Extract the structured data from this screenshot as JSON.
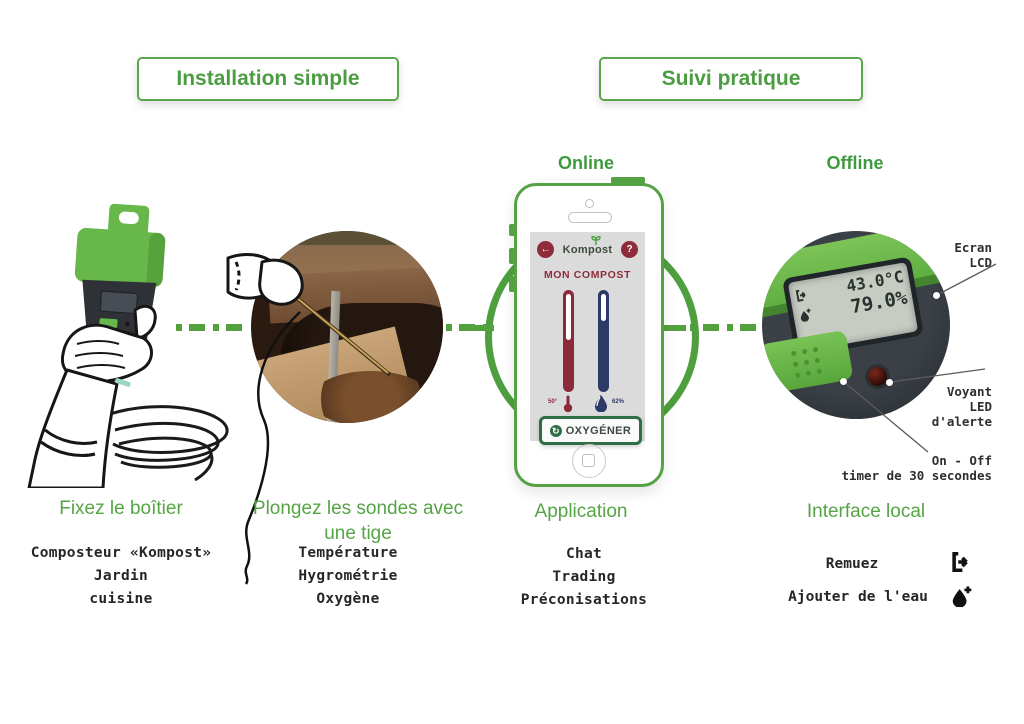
{
  "header": {
    "step1": "Installation simple",
    "step2": "Suivi pratique"
  },
  "modes": {
    "online": "Online",
    "offline": "Offline"
  },
  "col1": {
    "caption": "Fixez le boîtier",
    "items": [
      "Composteur «Kompost»",
      "Jardin",
      "cuisine"
    ]
  },
  "col2": {
    "caption_lines": [
      "Plongez les sondes avec",
      "une tige"
    ],
    "items": [
      "Température",
      "Hygrométrie",
      "Oxygène"
    ]
  },
  "col3": {
    "caption": "Application",
    "items": [
      "Chat",
      "Trading",
      "Préconisations"
    ]
  },
  "col4": {
    "caption": "Interface local",
    "rows": [
      {
        "label": "Remuez",
        "icon": "stir-rotate-icon"
      },
      {
        "label": "Ajouter de l'eau",
        "icon": "add-water-icon"
      }
    ]
  },
  "phone": {
    "logo": "Kompost",
    "title": "MON COMPOST",
    "back_icon": "←",
    "help_icon": "?",
    "temperature_value": "50°",
    "humidity_value": "62%",
    "action_button": "OXYGÉNER",
    "action_icon": "↻"
  },
  "lcd": {
    "line1": "43.0°C",
    "line2": "79.0%"
  },
  "callouts": {
    "lcd": [
      "Ecran",
      "LCD"
    ],
    "led": [
      "Voyant",
      "LED",
      "d'alerte"
    ],
    "onoff": [
      "On - Off",
      "timer de 30 secondes"
    ]
  },
  "colors": {
    "accent_green": "#4f9f41",
    "bright_green": "#68b74b",
    "maroon": "#8e2c3b",
    "navy": "#2c3a68",
    "device_dark": "#2e3237"
  }
}
